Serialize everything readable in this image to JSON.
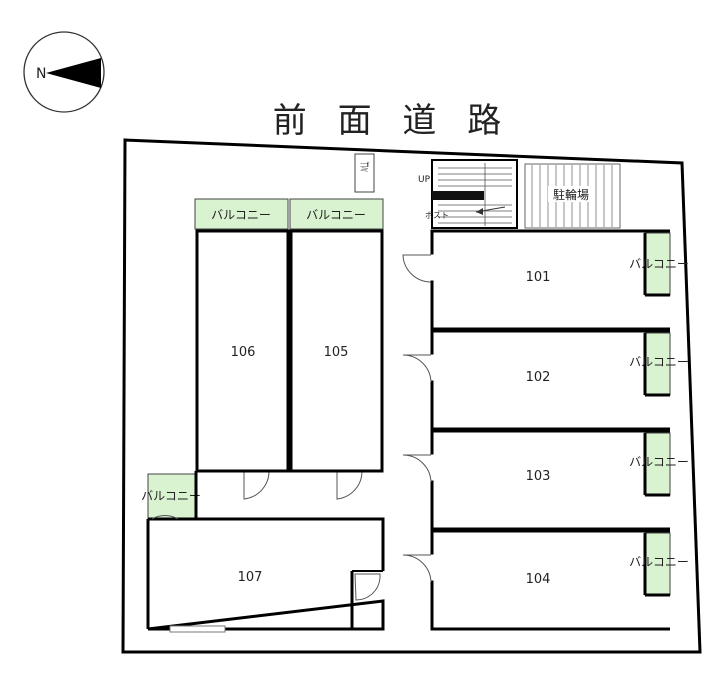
{
  "street_label": "前 面 道 路",
  "compass": {
    "north_label": "N"
  },
  "facilities": {
    "garbage": "ゴミ",
    "bike_parking": "駐輪場",
    "stairs_up": "UP",
    "mailbox": "ポスト"
  },
  "balcony_label": "バルコニー",
  "units": [
    {
      "id": "101"
    },
    {
      "id": "102"
    },
    {
      "id": "103"
    },
    {
      "id": "104"
    },
    {
      "id": "105"
    },
    {
      "id": "106"
    },
    {
      "id": "107"
    }
  ],
  "colors": {
    "balcony_fill": "#d9f2d0",
    "wall": "#000000"
  }
}
